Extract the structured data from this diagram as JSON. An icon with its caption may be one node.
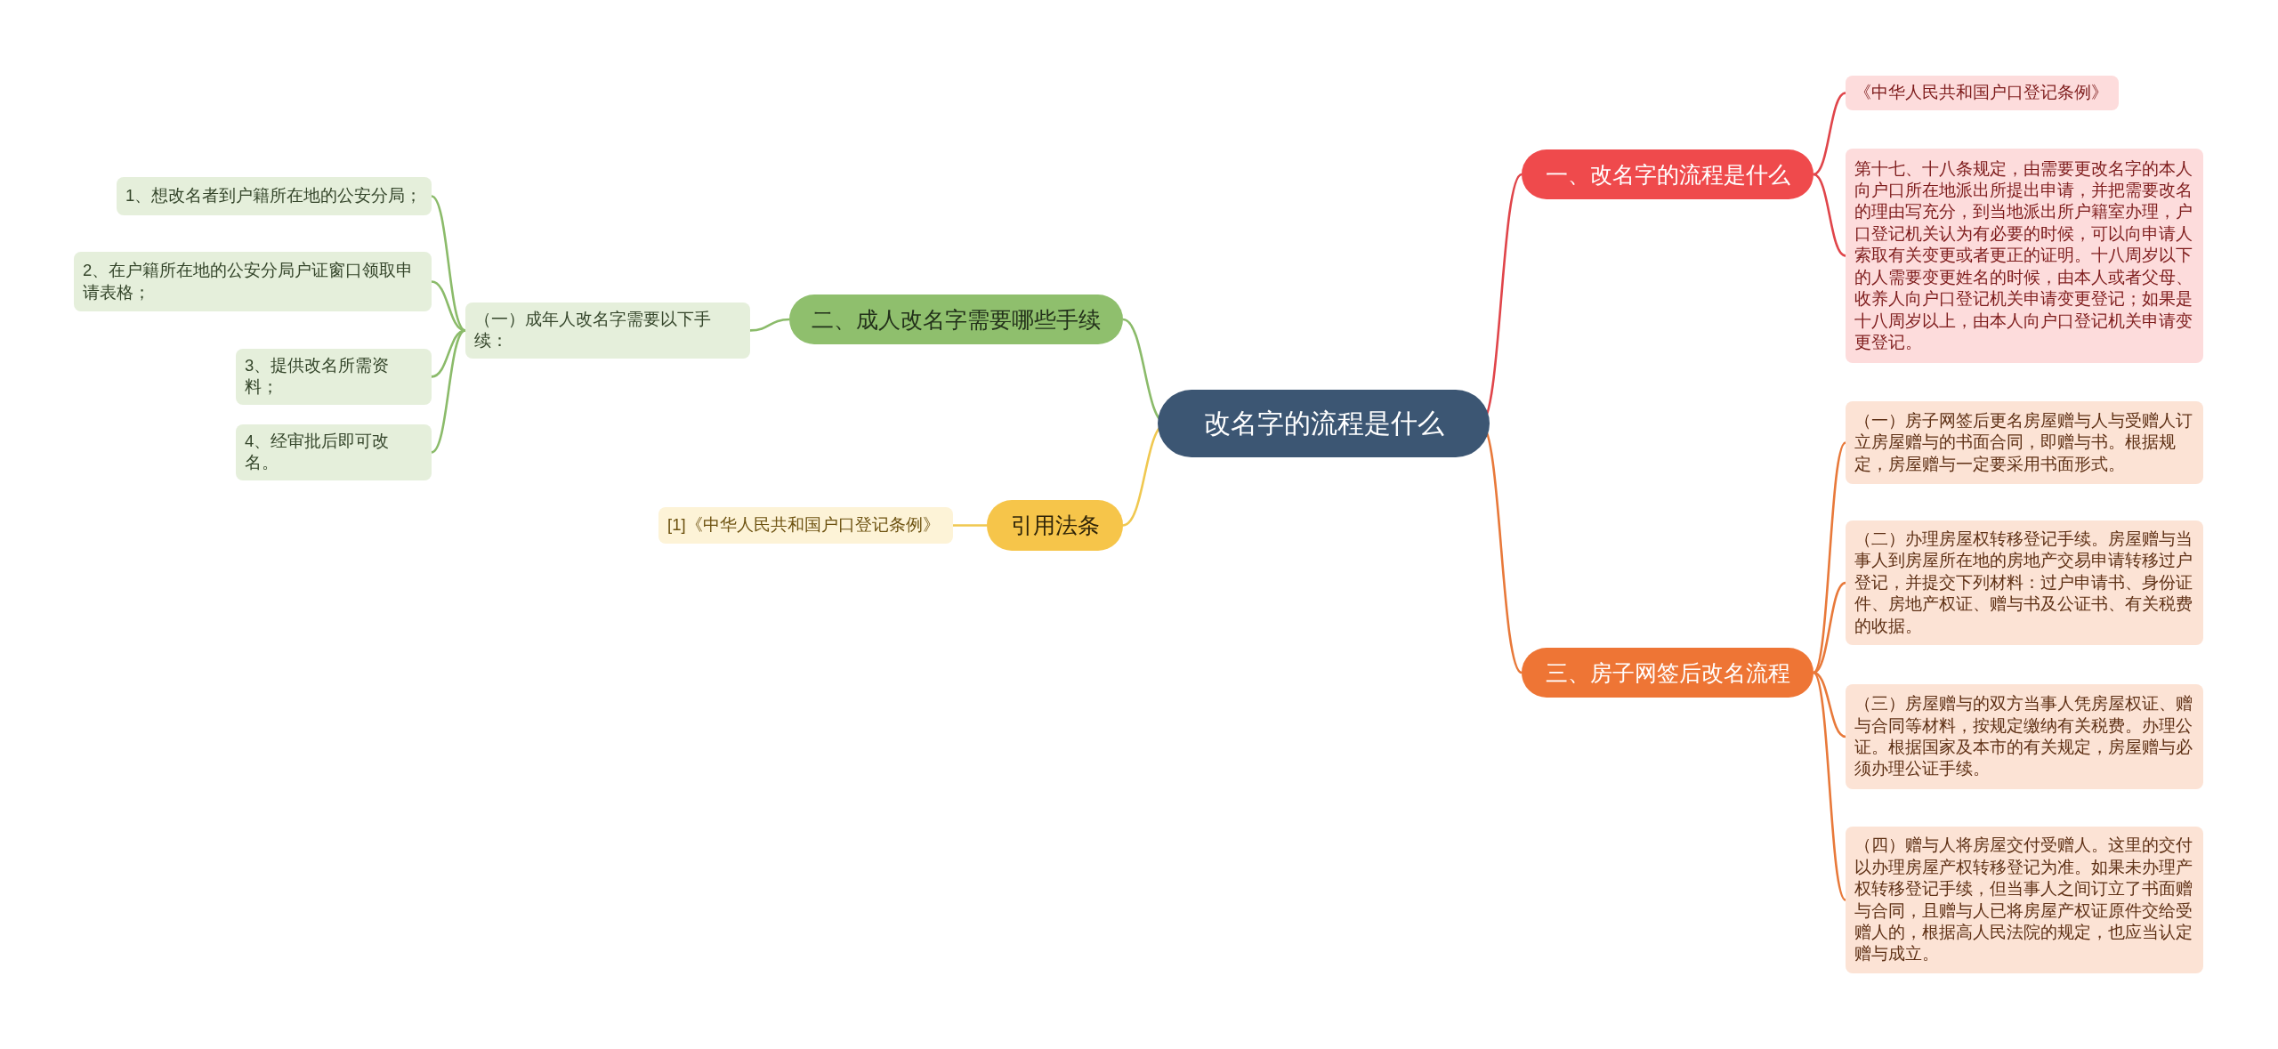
{
  "diagram": {
    "nodes": [
      {
        "text": [
          "改名字的流程是什么"
        ]
      },
      {
        "text": [
          "一、改名字的流程是什么"
        ]
      },
      {
        "text": [
          "《中华人民共和国户口登记条例》"
        ]
      },
      {
        "text": [
          "第十七、十八条规定，由需要更改名字的本人向户口所在地派出所提出申请，并把需要改名的理由写充分，到当地派出所户籍室办理，户口登记机关认为有必要的时候，可以向申请人索取有关变更或者更正的证明。十八周岁以下的人需要变更姓名的时候，由本人或者父母、收养人向户口登记机关申请变更登记；如果是十八周岁以上，由本人向户口登记机关申请变更登记。"
        ]
      },
      {
        "text": [
          "二、成人改名字需要哪些手续"
        ]
      },
      {
        "text": [
          "（一）成年人改名字需要以下手续："
        ]
      },
      {
        "text": [
          "1、想改名者到户籍所在地的公安分局；"
        ]
      },
      {
        "text": [
          "2、在户籍所在地的公安分局户证窗口领取申请表格；"
        ]
      },
      {
        "text": [
          "3、提供改名所需资料；"
        ]
      },
      {
        "text": [
          "4、经审批后即可改名。"
        ]
      },
      {
        "text": [
          "引用法条"
        ]
      },
      {
        "text": [
          "[1]《中华人民共和国户口登记条例》"
        ]
      },
      {
        "text": [
          "三、房子网签后改名流程"
        ]
      },
      {
        "text": [
          "（一）房子网签后更名房屋赠与人与受赠人订立房屋赠与的书面合同，即赠与书。根据规定，房屋赠与一定要采用书面形式。"
        ]
      },
      {
        "text": [
          "（二）办理房屋权转移登记手续。房屋赠与当事人到房屋所在地的房地产交易申请转移过户登记，并提交下列材料：过户申请书、身份证件、房地产权证、赠与书及公证书、有关税费的收据。"
        ]
      },
      {
        "text": [
          "（三）房屋赠与的双方当事人凭房屋权证、赠与合同等材料，按规定缴纳有关税费。办理公证。根据国家及本市的有关规定，房屋赠与必须办理公证手续。"
        ]
      },
      {
        "text": [
          "（四）赠与人将房屋交付受赠人。这里的交付以办理房屋产权转移登记为准。如果未办理产权转移登记手续，但当事人之间订立了书面赠与合同，且赠与人已将房屋产权证原件交给受赠人的，根据高人民法院的规定，也应当认定赠与成立。"
        ]
      }
    ],
    "edges": [
      {
        "from": 0,
        "to": 1,
        "arrow": "none",
        "color": "#e0454a"
      },
      {
        "from": 1,
        "to": 2,
        "arrow": "none",
        "color": "#e0454a"
      },
      {
        "from": 1,
        "to": 3,
        "arrow": "none",
        "color": "#e0454a"
      },
      {
        "from": 0,
        "to": 4,
        "arrow": "none",
        "color": "#8bbb6a"
      },
      {
        "from": 4,
        "to": 5,
        "arrow": "none",
        "color": "#8bbb6a"
      },
      {
        "from": 5,
        "to": 6,
        "arrow": "none",
        "color": "#8bbb6a"
      },
      {
        "from": 5,
        "to": 7,
        "arrow": "none",
        "color": "#8bbb6a"
      },
      {
        "from": 5,
        "to": 8,
        "arrow": "none",
        "color": "#8bbb6a"
      },
      {
        "from": 5,
        "to": 9,
        "arrow": "none",
        "color": "#8bbb6a"
      },
      {
        "from": 0,
        "to": 10,
        "arrow": "none",
        "color": "#f0c850"
      },
      {
        "from": 10,
        "to": 11,
        "arrow": "none",
        "color": "#f0c850"
      },
      {
        "from": 0,
        "to": 12,
        "arrow": "none",
        "color": "#e8793a"
      },
      {
        "from": 12,
        "to": 13,
        "arrow": "none",
        "color": "#e8793a"
      },
      {
        "from": 12,
        "to": 14,
        "arrow": "none",
        "color": "#e8793a"
      },
      {
        "from": 12,
        "to": 15,
        "arrow": "none",
        "color": "#e8793a"
      },
      {
        "from": 12,
        "to": 16,
        "arrow": "none",
        "color": "#e8793a"
      }
    ]
  }
}
